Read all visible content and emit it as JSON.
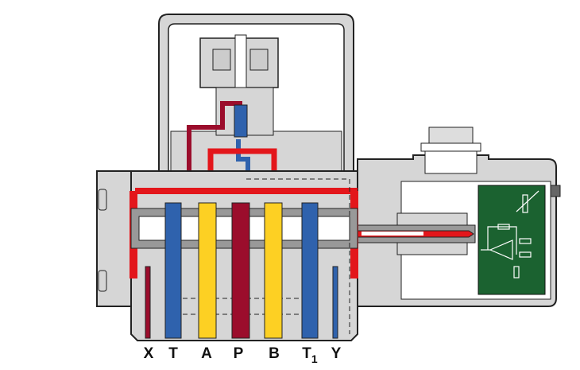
{
  "ports": [
    {
      "id": "X",
      "label": "X",
      "sub": ""
    },
    {
      "id": "T",
      "label": "T",
      "sub": ""
    },
    {
      "id": "A",
      "label": "A",
      "sub": ""
    },
    {
      "id": "P",
      "label": "P",
      "sub": ""
    },
    {
      "id": "B",
      "label": "B",
      "sub": ""
    },
    {
      "id": "T1",
      "label": "T",
      "sub": "1"
    },
    {
      "id": "Y",
      "label": "Y",
      "sub": ""
    }
  ],
  "colors": {
    "pressure": "#e3161b",
    "supply": "#9b0d2c",
    "tank": "#2f62ad",
    "work": "#fdd023",
    "housing": "#d6d6d6",
    "electronics": "#1b6230"
  }
}
